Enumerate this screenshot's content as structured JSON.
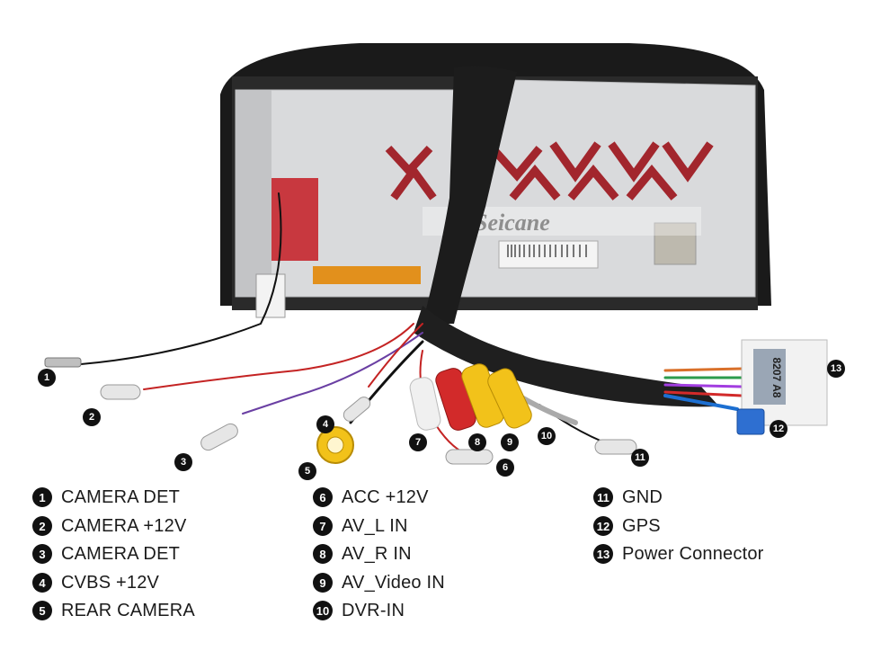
{
  "photo": {
    "brand_watermark": "Seicane",
    "connector_label": "8207 A8",
    "markers": [
      "1",
      "2",
      "3",
      "4",
      "5",
      "6",
      "7",
      "8",
      "9",
      "10",
      "11",
      "12",
      "13"
    ]
  },
  "legend": {
    "items": [
      {
        "num": "1",
        "label": "CAMERA DET"
      },
      {
        "num": "2",
        "label": "CAMERA +12V"
      },
      {
        "num": "3",
        "label": "CAMERA DET"
      },
      {
        "num": "4",
        "label": "CVBS +12V"
      },
      {
        "num": "5",
        "label": "REAR CAMERA"
      },
      {
        "num": "6",
        "label": "ACC +12V"
      },
      {
        "num": "7",
        "label": "AV_L IN"
      },
      {
        "num": "8",
        "label": "AV_R IN"
      },
      {
        "num": "9",
        "label": "AV_Video IN"
      },
      {
        "num": "10",
        "label": "DVR-IN"
      },
      {
        "num": "11",
        "label": "GND"
      },
      {
        "num": "12",
        "label": "GPS"
      },
      {
        "num": "13",
        "label": "Power Connector"
      }
    ]
  },
  "colors": {
    "unit_body": "#1a1a1a",
    "unit_panel": "#d9dadc",
    "rca_red": "#d22a2a",
    "rca_yellow": "#f2c21a",
    "rca_white": "#f0f0f0",
    "gps_blue": "#2e6fd1"
  }
}
